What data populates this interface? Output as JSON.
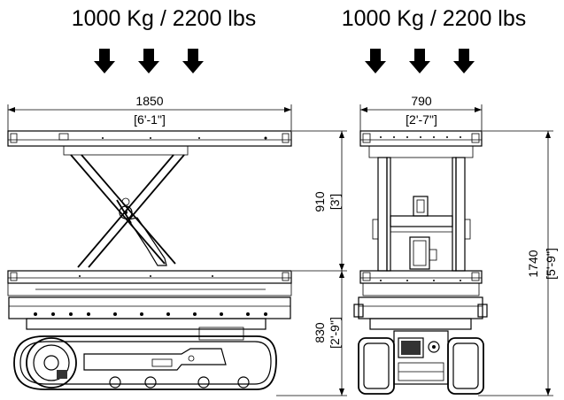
{
  "side_view": {
    "load_label": "1000 Kg / 2200 lbs",
    "width_mm": "1850",
    "width_ft": "[6'-1\"]",
    "lift_mm": "910",
    "lift_ft": "[3']",
    "base_mm": "830",
    "base_ft": "[2'-9\"]"
  },
  "front_view": {
    "load_label": "1000 Kg / 2200 lbs",
    "width_mm": "790",
    "width_ft": "[2'-7\"]",
    "height_mm": "1740",
    "height_ft": "[5'-9\"]"
  },
  "icons": {
    "load_arrow": "down-arrow-icon"
  },
  "colors": {
    "line": "#000000",
    "fill_light": "#f2f2f2",
    "fill_mid": "#d9d9d9",
    "fill_dark": "#333333"
  }
}
